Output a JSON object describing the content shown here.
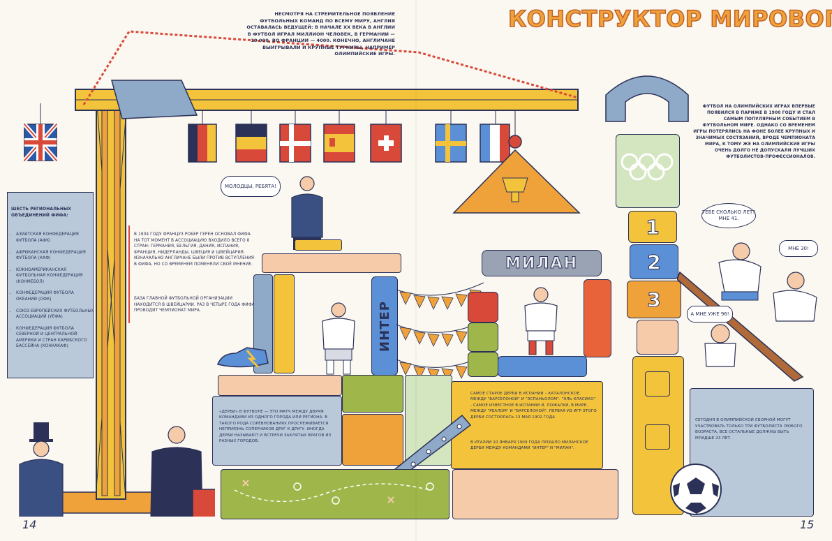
{
  "title": "Конструктор мирового футбола",
  "page_left": "14",
  "page_right": "15",
  "intro": "Несмотря на стремительное появление футбольных команд по всему миру, Англия оставалась ведущей: в начале XX века в Англии в футбол играл миллион человек, в Германии — 10 000, во Франции — 4000. Конечно, англичане выигрывали и крупные турниры, например Олимпийские игры.",
  "olympics_text": "Футбол на Олимпийских играх впервые появился в Париже в 1900 году и стал самым популярным событием в футбольном мире. Однако со временем игры потерялись на фоне более крупных и значимых состязаний, вроде чемпионата мира, к тому же на Олимпийские игры очень долго не допускали лучших футболистов-профессионалов.",
  "confederations": {
    "heading": "Шесть региональных объединений ФИФА:",
    "items": [
      "Азиатская конфедерация футбола (АФК)",
      "Африканская конфедерация футбола (КАФ)",
      "Южноамериканская футбольная конфедерация (КОНМЕБОЛ)",
      "Конфедерация футбола Океании (ОФК)",
      "Союз европейских футбольных ассоциаций (УЕФА)",
      "Конфедерация футбола Северной и Центральной Америки и стран Карибского бассейна (КОНКАКАФ)"
    ]
  },
  "fifa_text": {
    "p1": "В 1904 году француз Робер Герен основал ФИФА. На тот момент в ассоциацию входило всего 8 стран: Германия, Бельгия, Дания, Испания, Франция, Нидерланды, Швеция и Швейцария. Изначально англичане были против вступления в ФИФА, но со временем поменяли своё мнение.",
    "p2": "База главной футбольной организации находится в Швейцарии. Раз в четыре года ФИФА проводит чемпионат мира."
  },
  "derby_text": "«Дерби» в футболе — это матч между двумя командами из одного города или региона. В такого рода соревнованиях прослеживается неприязнь соперников друг к другу. Иногда дерби называют и встречи заклятых врагов из разных городов.",
  "spain_derby_text": {
    "p1": "Самое старое дерби в Испании – каталонское, между \"Барселоной\" и \"Эспаньолом\". \"Эль Класико\" - самое известное в Испании и, пожалуй, в мире, между \"Реалом\" и \"Барселоной\". Первая из игр этого дерби состоялась 13 мая 1902 года",
    "p2": "В Италии 10 января 1909 года прошло миланское дерби между командами \"Интер\" и \"Милан\"."
  },
  "olympic_age_text": "Сегодня в олимпийской сборной могут участвовать только три футболиста любого возраста, все остальные должны быть младше 23 лет.",
  "bubbles": {
    "coach": "Молодцы, ребята!",
    "q_age": "Тебе сколько лет? Мне 41.",
    "me30": "Мне 30!",
    "me96": "А мне уже 96!"
  },
  "labels": {
    "inter": "ИНТЕР",
    "milan": "МИЛАН",
    "n1": "1",
    "n2": "2",
    "n3": "3"
  },
  "colors": {
    "navy": "#2b3157",
    "orange": "#f0a23a",
    "yellow": "#f3c43b",
    "red": "#d9493a",
    "blue": "#5b8fd6",
    "green": "#9fb64a",
    "mint": "#d3e6c0",
    "peach": "#f5cba9",
    "paper": "#fbf8f1"
  }
}
